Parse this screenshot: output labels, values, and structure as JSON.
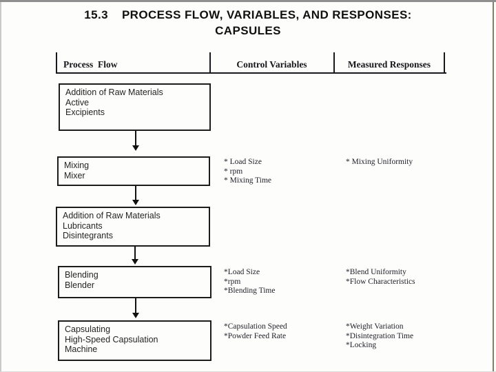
{
  "title": {
    "number": "15.3",
    "line1": "PROCESS FLOW, VARIABLES, AND RESPONSES:",
    "line2": "CAPSULES"
  },
  "table": {
    "headers": {
      "process_flow": "Process  Flow",
      "control_variables": "Control Variables",
      "measured_responses": "Measured Responses"
    }
  },
  "flow": {
    "steps": [
      {
        "box_lines": [
          "Addition of Raw Materials",
          "Active",
          "Excipients"
        ],
        "controls": [],
        "responses": []
      },
      {
        "box_lines": [
          "Mixing",
          "Mixer"
        ],
        "controls": [
          "* Load Size",
          "* rpm",
          "* Mixing Time"
        ],
        "responses": [
          "* Mixing Uniformity"
        ]
      },
      {
        "box_lines": [
          "Addition of Raw Materials",
          "Lubricants",
          "Disintegrants"
        ],
        "controls": [],
        "responses": []
      },
      {
        "box_lines": [
          "Blending",
          "Blender"
        ],
        "controls": [
          "*Load Size",
          "*rpm",
          "*Blending Time"
        ],
        "responses": [
          "*Blend Uniformity",
          "*Flow Characteristics"
        ]
      },
      {
        "box_lines": [
          "Capsulating",
          "High-Speed Capsulation",
          "Machine"
        ],
        "controls": [
          "*Capsulation Speed",
          "*Powder Feed Rate"
        ],
        "responses": [
          "*Weight Variation",
          "*Disintegration Time",
          "*Locking"
        ]
      }
    ]
  },
  "colors": {
    "ink": "#1a1a1a",
    "background": "#fdfdfb",
    "slide_top_border": "#8f8f8f",
    "slide_left_border": "#c9c9c9",
    "slide_right_border": "#7f7f66"
  }
}
